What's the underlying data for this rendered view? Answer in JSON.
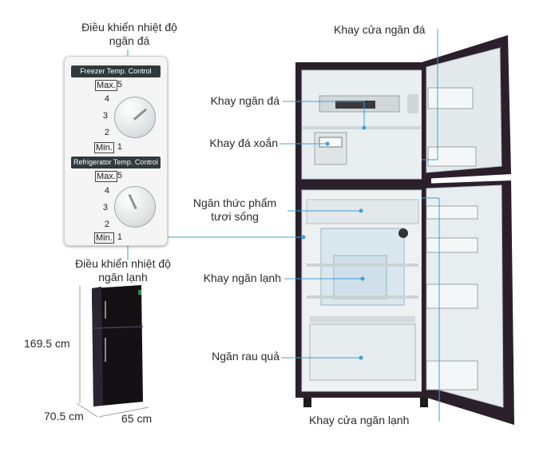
{
  "labels": {
    "freezer_control": [
      "Điều khiển nhiệt độ",
      "ngăn đá"
    ],
    "fridge_control": [
      "Điều khiển nhiệt độ",
      "ngăn lạnh"
    ],
    "freezer_door_tray": "Khay cửa ngăn đá",
    "freezer_tray": "Khay ngăn đá",
    "twist_ice": "Khay đá xoắn",
    "fresh_food": [
      "Ngăn thức phẩm",
      "tươi sống"
    ],
    "fridge_tray": "Khay ngăn lạnh",
    "crisper": "Ngăn rau quả",
    "fridge_door_tray": "Khay cửa ngăn lạnh"
  },
  "panel": {
    "freezer_title": "Freezer Temp. Control",
    "fridge_title": "Refrigerator Temp. Control",
    "max": "Max.",
    "min": "Min.",
    "steps": [
      "5",
      "4",
      "3",
      "2",
      "1"
    ]
  },
  "dimensions": {
    "height": "169.5 cm",
    "depth": "70.5 cm",
    "width": "65 cm"
  },
  "colors": {
    "annotation_line": "#3ea0d8",
    "fridge_body": "#2b1f2b",
    "interior": "#eef2f3"
  }
}
